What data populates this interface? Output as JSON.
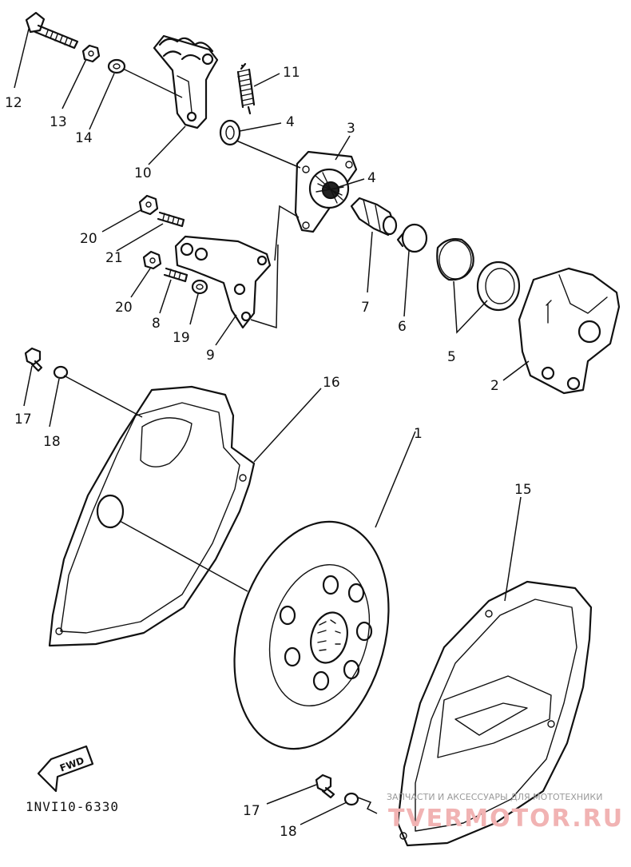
{
  "diagram": {
    "code": "1NVI10-6330",
    "direction_badge": "FWD",
    "callouts": {
      "c1": "1",
      "c2": "2",
      "c3": "3",
      "c4a": "4",
      "c4b": "4",
      "c5": "5",
      "c6": "6",
      "c7": "7",
      "c8": "8",
      "c9": "9",
      "c10": "10",
      "c11": "11",
      "c12": "12",
      "c13": "13",
      "c14": "14",
      "c15": "15",
      "c16": "16",
      "c17a": "17",
      "c17b": "17",
      "c18a": "18",
      "c18b": "18",
      "c19": "19",
      "c20a": "20",
      "c20b": "20",
      "c21": "21"
    }
  },
  "watermark": {
    "tagline": "ЗАПЧАСТИ И АКСЕССУАРЫ ДЛЯ МОТОТЕХНИКИ",
    "brand": "TVERMOTOR.RU"
  }
}
